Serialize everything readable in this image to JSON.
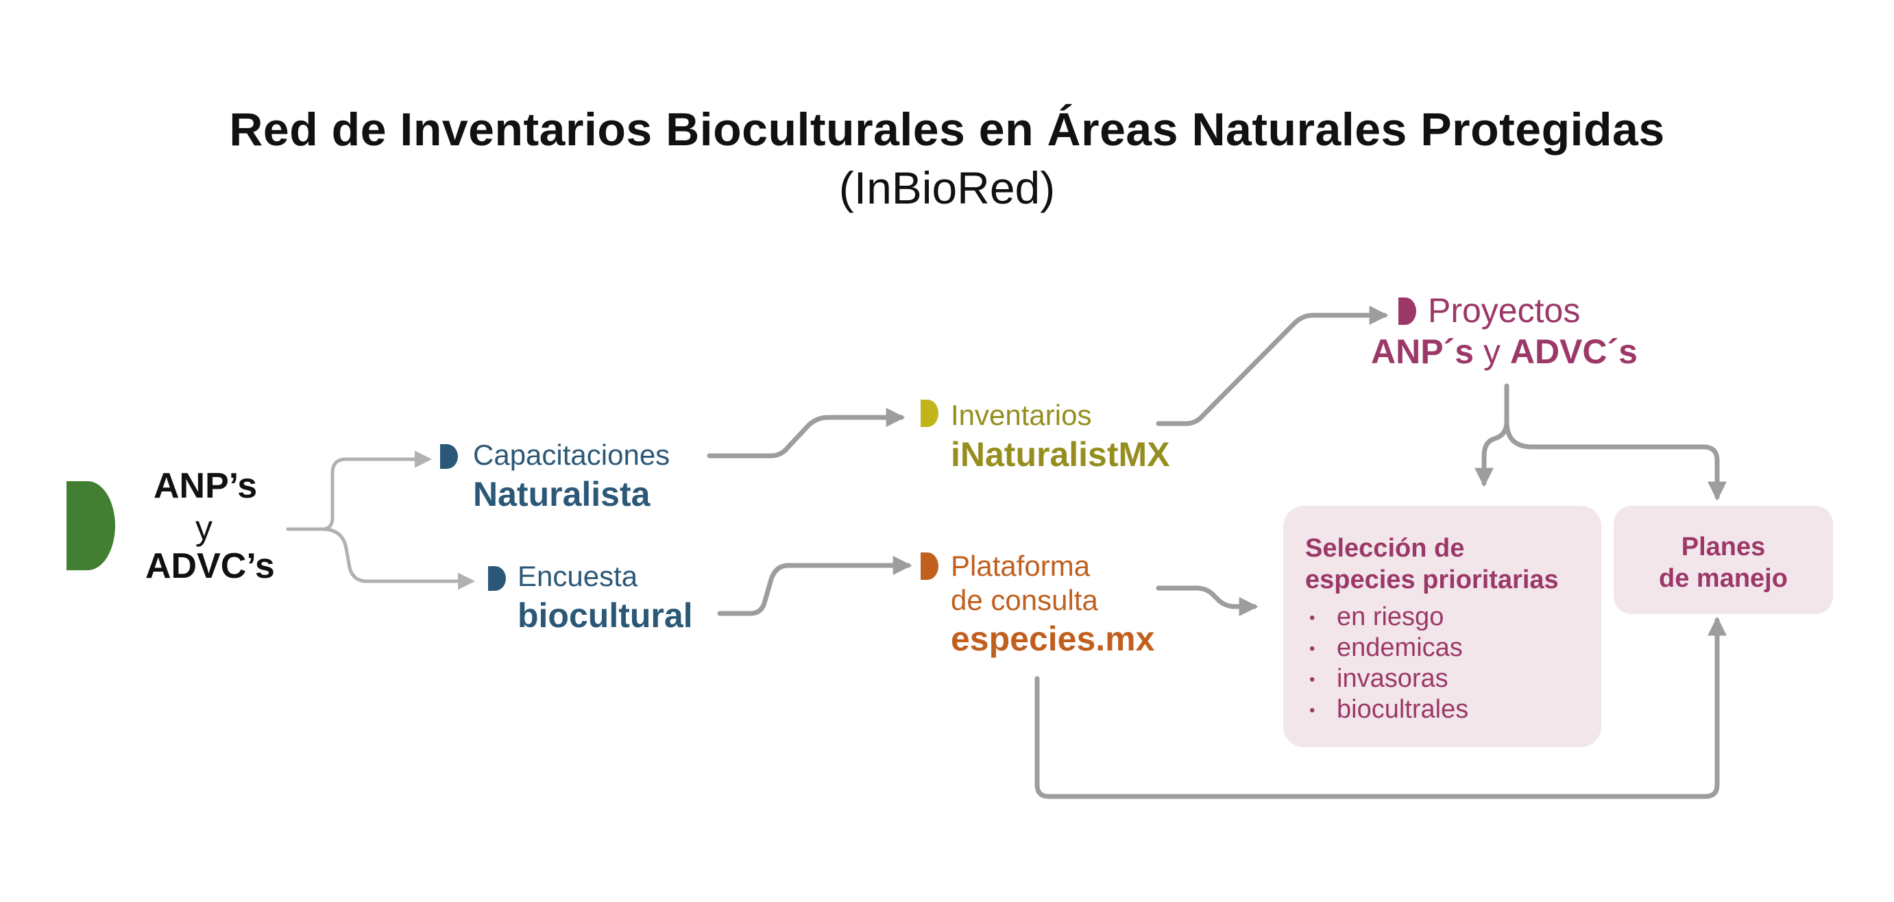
{
  "title": "Red de Inventarios Bioculturales en Áreas Naturales Protegidas",
  "subtitle": "(InBioRed)",
  "colors": {
    "green": "#437f33",
    "blue": "#2c5878",
    "olive": "#958e1f",
    "yellow": "#c2b41b",
    "orange": "#c05f1e",
    "magenta": "#9c3868",
    "box_bg": "#f2e6ea",
    "arrow": "#9d9d9d",
    "arrow_light": "#b1b1b1"
  },
  "nodes": {
    "start": {
      "line1": "ANP’s",
      "line2": "y",
      "line3": "ADVC’s"
    },
    "capacitaciones": {
      "small": "Capacitaciones",
      "big": "Naturalista"
    },
    "encuesta": {
      "small": "Encuesta",
      "big": "biocultural"
    },
    "inventarios": {
      "small": "Inventarios",
      "big": "iNaturalistMX"
    },
    "plataforma": {
      "small1": "Plataforma",
      "small2": "de consulta",
      "big": "especies.mx"
    },
    "proyectos": {
      "small": "Proyectos",
      "big_a": "ANP´s",
      "connector": "y",
      "big_b": "ADVC´s"
    },
    "seleccion": {
      "title1": "Selección de",
      "title2": "especies prioritarias",
      "items": [
        "en riesgo",
        "endemicas",
        "invasoras",
        "biocultrales"
      ]
    },
    "planes": {
      "line1": "Planes",
      "line2": "de manejo"
    }
  }
}
